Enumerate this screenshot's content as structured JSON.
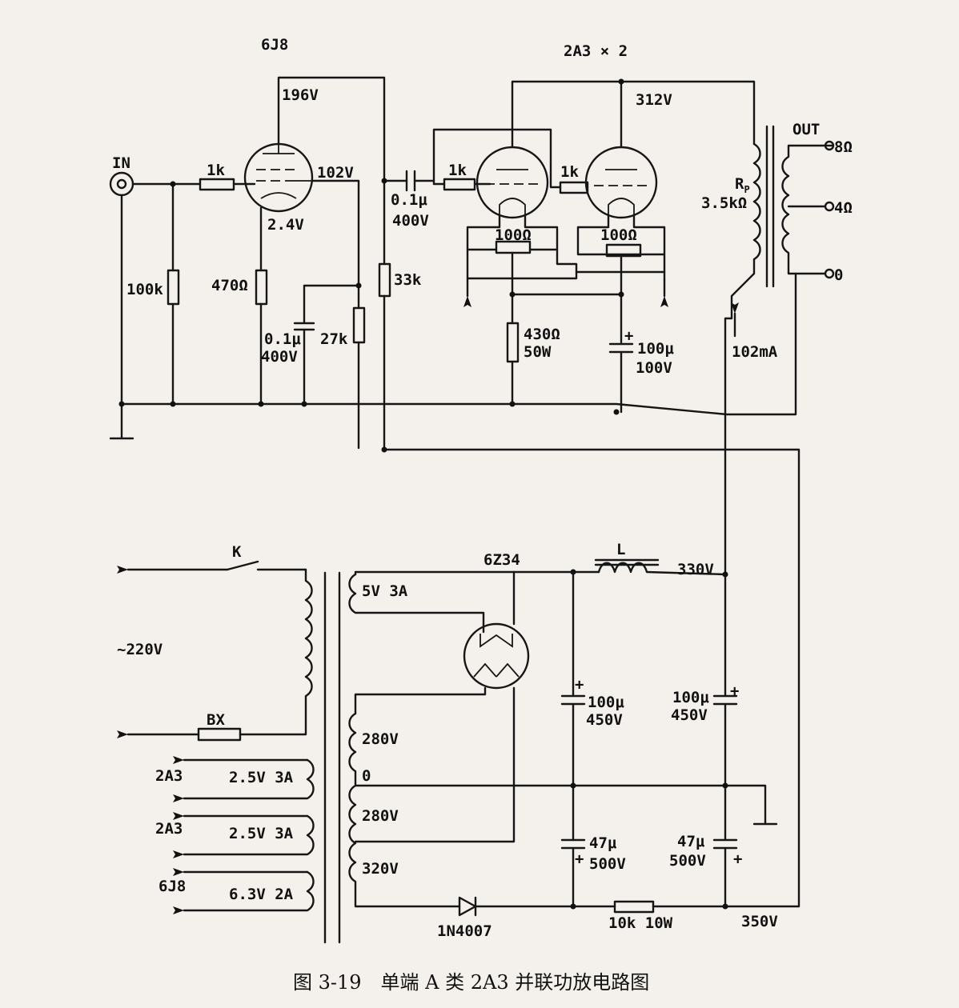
{
  "caption": "图 3-19　单端 A 类 2A3 并联功放电路图",
  "tubes": {
    "driver": "6J8",
    "output": "2A3 × 2",
    "rectifier": "6Z34"
  },
  "voltages": {
    "driver_plate": "196V",
    "driver_cathode": "2.4V",
    "driver_screen": "102V",
    "output_plate": "312V",
    "supply_b1": "330V",
    "supply_b2": "350V"
  },
  "components": {
    "input_jack": "IN",
    "r_grid_in": "1k",
    "r_input_leak": "100k",
    "r_driver_cathode": "470Ω",
    "c_screen": "0.1μ",
    "c_screen_v": "400V",
    "r_screen": "27k",
    "r_plate_load": "33k",
    "c_coupling": "0.1μ",
    "c_coupling_v": "400V",
    "r_grid_stop_1": "1k",
    "r_grid_stop_2": "1k",
    "hum_pot_1": "100Ω",
    "hum_pot_2": "100Ω",
    "r_bias": "430Ω",
    "r_bias_w": "50W",
    "c_bias": "100μ",
    "c_bias_v": "100V",
    "rp_label": "R",
    "rp_sub": "P",
    "rp_value": "3.5kΩ",
    "plate_current": "102mA",
    "choke": "L",
    "c_filter_1": "100μ",
    "c_filter_1_v": "450V",
    "c_filter_2": "100μ",
    "c_filter_2_v": "450V",
    "c_filter_3": "47μ",
    "c_filter_3_v": "500V",
    "c_filter_4": "47μ",
    "c_filter_4_v": "500V",
    "diode": "1N4007",
    "r_dropper": "10k 10W",
    "switch": "K",
    "fuse": "BX",
    "mains": "~220V"
  },
  "output": {
    "label": "OUT",
    "tap_8": "8Ω",
    "tap_4": "4Ω",
    "tap_0": "0"
  },
  "transformer": {
    "sec_5v": "5V 3A",
    "sec_280_a": "280V",
    "sec_center": "0",
    "sec_280_b": "280V",
    "sec_320": "320V",
    "heater_1": "2.5V 3A",
    "heater_1_for": "2A3",
    "heater_2": "2.5V 3A",
    "heater_2_for": "2A3",
    "heater_3": "6.3V 2A",
    "heater_3_for": "6J8"
  }
}
